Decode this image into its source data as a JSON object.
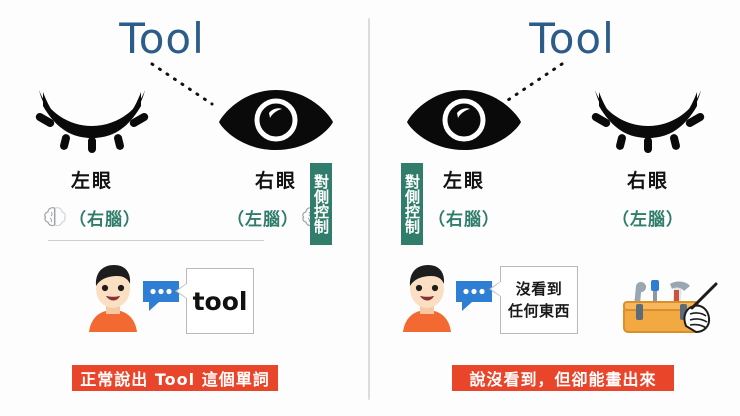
{
  "diagram": {
    "title": "Tool",
    "panels": [
      {
        "id": "left",
        "title_word": "Tool",
        "eyes": [
          {
            "state": "closed",
            "icon": "eye-closed-icon",
            "label": "左眼",
            "hemisphere": "（右腦）"
          },
          {
            "state": "open",
            "icon": "eye-open-icon",
            "label": "右眼",
            "hemisphere": "（左腦）"
          }
        ],
        "control_chip": "對側控制",
        "avatar_icon": "person-avatar-icon",
        "speech_dots_icon": "speech-bubble-dots-icon",
        "callout_text": "tool",
        "banner_text": "正常說出 Tool 這個單詞"
      },
      {
        "id": "right",
        "title_word": "Tool",
        "eyes": [
          {
            "state": "open",
            "icon": "eye-open-icon",
            "label": "左眼",
            "hemisphere": "（右腦）"
          },
          {
            "state": "closed",
            "icon": "eye-closed-icon",
            "label": "右眼",
            "hemisphere": "（左腦）"
          }
        ],
        "control_chip": "對側控制",
        "avatar_icon": "person-avatar-icon",
        "speech_dots_icon": "speech-bubble-dots-icon",
        "callout_line1": "沒看到",
        "callout_line2": "任何東西",
        "illustration_icon": "toolbox-hand-drawing-icon",
        "banner_text": "說沒看到，但卻能畫出來"
      }
    ],
    "colors": {
      "title_blue": "#2b5c8a",
      "brain_teal": "#2f7d6a",
      "chip_bg": "#2f7d6a",
      "banner_red": "#e8452a",
      "eye_black": "#0a0a0a",
      "divider_gray": "#dcdcdc",
      "shirt_orange": "#f26a31",
      "bubble_blue": "#2e7fd4",
      "toolbox_orange": "#f3a941"
    }
  }
}
